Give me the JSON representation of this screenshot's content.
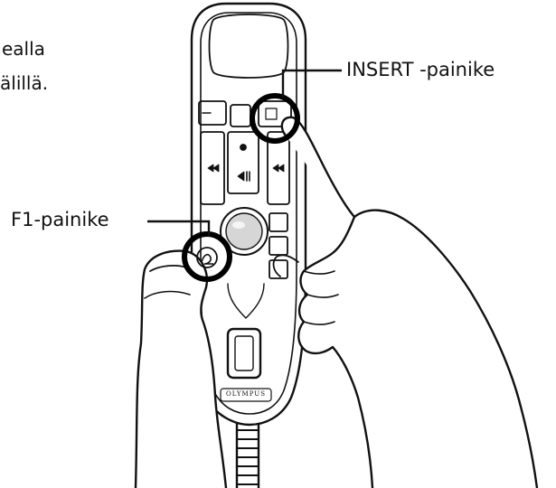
{
  "cropped_text": {
    "line1": "ealla",
    "line2": "älillä."
  },
  "callouts": {
    "insert_label": "INSERT -painike",
    "f1_label": "F1-painike"
  },
  "device": {
    "brand": "OLYMPUS"
  },
  "colors": {
    "ink": "#111111",
    "background": "#ffffff"
  }
}
